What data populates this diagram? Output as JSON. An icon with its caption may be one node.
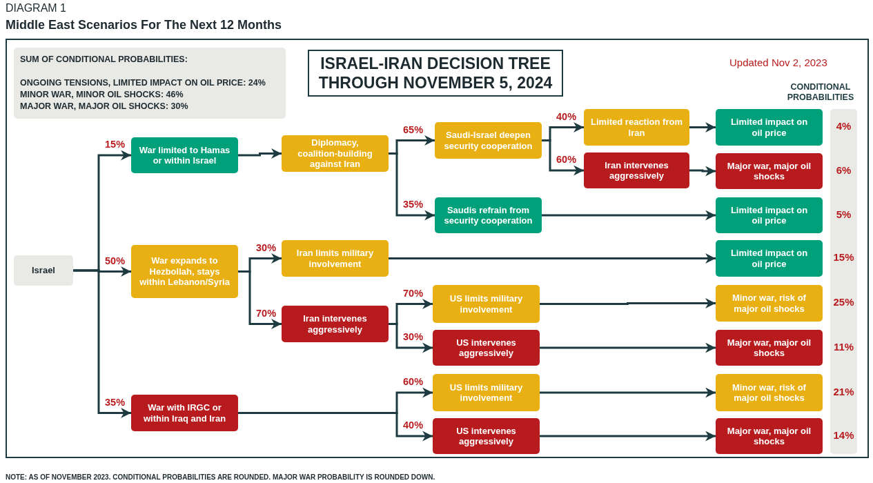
{
  "diagram": {
    "title": "Middle East Scenarios For The Next 12 Months",
    "caption": "NOTE: AS OF NOVEMBER 2023. CONDITIONAL PROBABILITIES ARE ROUNDED. MAJOR WAR PROBABILITY IS ROUNDED DOWN.",
    "nodes": [
      {
        "text": [
          "SUM OF CONDITIONAL PROBABILITIES:",
          "ONGOING TENSIONS, LIMITED IMPACT ON OIL PRICE: 24%",
          "MINOR WAR, MINOR OIL SHOCKS: 46%",
          "MAJOR WAR, MAJOR OIL SHOCKS: 30%"
        ]
      },
      {
        "text": [
          "ISRAEL-IRAN DECISION TREE THROUGH NOVEMBER 5, 2024"
        ]
      },
      {
        "text": [
          "Israel"
        ]
      },
      {
        "text": [
          "War limited to Hamas or within Israel"
        ]
      },
      {
        "text": [
          "War expands to Hezbollah, stays within Lebanon/Syria"
        ]
      },
      {
        "text": [
          "War with IRGC or within Iraq and Iran"
        ]
      },
      {
        "text": [
          "Diplomacy, coalition-building against Iran"
        ]
      },
      {
        "text": [
          "Iran limits military involvement"
        ]
      },
      {
        "text": [
          "Iran intervenes aggressively"
        ]
      },
      {
        "text": [
          "Saudi-Israel deepen security cooperation"
        ]
      },
      {
        "text": [
          "Saudis refrain from security cooperation"
        ]
      },
      {
        "text": [
          "US limits military involvement"
        ]
      },
      {
        "text": [
          "US intervenes aggressively"
        ]
      },
      {
        "text": [
          "US limits military involvement"
        ]
      },
      {
        "text": [
          "US intervenes aggressively"
        ]
      },
      {
        "text": [
          "Limited reaction from Iran"
        ]
      },
      {
        "text": [
          "Iran intervenes aggressively"
        ]
      },
      {
        "text": [
          "Limited impact on oil price"
        ]
      },
      {
        "text": [
          "Major war, major oil shocks"
        ]
      },
      {
        "text": [
          "Limited impact on oil price"
        ]
      },
      {
        "text": [
          "Limited impact on oil price"
        ]
      },
      {
        "text": [
          "Minor war, risk of major oil shocks"
        ]
      },
      {
        "text": [
          "Major war, major oil shocks"
        ]
      },
      {
        "text": [
          "Minor war, risk of major oil shocks"
        ]
      },
      {
        "text": [
          "Major war, major oil shocks"
        ]
      },
      {
        "text": [
          "4%",
          "6%",
          "5%",
          "15%",
          "25%",
          "11%",
          "21%",
          "14%"
        ]
      }
    ],
    "edges": [
      {
        "from": 2,
        "to": 3,
        "arrow": "to",
        "label": "15%"
      },
      {
        "from": 2,
        "to": 4,
        "arrow": "to",
        "label": "50%"
      },
      {
        "from": 2,
        "to": 5,
        "arrow": "to",
        "label": "35%"
      },
      {
        "from": 3,
        "to": 6,
        "arrow": "to"
      },
      {
        "from": 6,
        "to": 9,
        "arrow": "to",
        "label": "65%"
      },
      {
        "from": 6,
        "to": 10,
        "arrow": "to",
        "label": "35%"
      },
      {
        "from": 4,
        "to": 7,
        "arrow": "to",
        "label": "30%"
      },
      {
        "from": 4,
        "to": 8,
        "arrow": "to",
        "label": "70%"
      },
      {
        "from": 8,
        "to": 11,
        "arrow": "to",
        "label": "70%"
      },
      {
        "from": 8,
        "to": 12,
        "arrow": "to",
        "label": "30%"
      },
      {
        "from": 5,
        "to": 13,
        "arrow": "to",
        "label": "60%"
      },
      {
        "from": 5,
        "to": 14,
        "arrow": "to",
        "label": "40%"
      },
      {
        "from": 9,
        "to": 15,
        "arrow": "to",
        "label": "40%"
      },
      {
        "from": 9,
        "to": 16,
        "arrow": "to",
        "label": "60%"
      },
      {
        "from": 15,
        "to": 17,
        "arrow": "to"
      },
      {
        "from": 16,
        "to": 18,
        "arrow": "to"
      },
      {
        "from": 10,
        "to": 19,
        "arrow": "to"
      },
      {
        "from": 7,
        "to": 20,
        "arrow": "to"
      },
      {
        "from": 11,
        "to": 21,
        "arrow": "to"
      },
      {
        "from": 12,
        "to": 22,
        "arrow": "to"
      },
      {
        "from": 13,
        "to": 23,
        "arrow": "to"
      },
      {
        "from": 14,
        "to": 24,
        "arrow": "to"
      }
    ],
    "labels": [
      "DIAGRAM 1",
      "Updated Nov 2, 2023",
      "CONDITIONAL PROBABILITIES"
    ]
  }
}
